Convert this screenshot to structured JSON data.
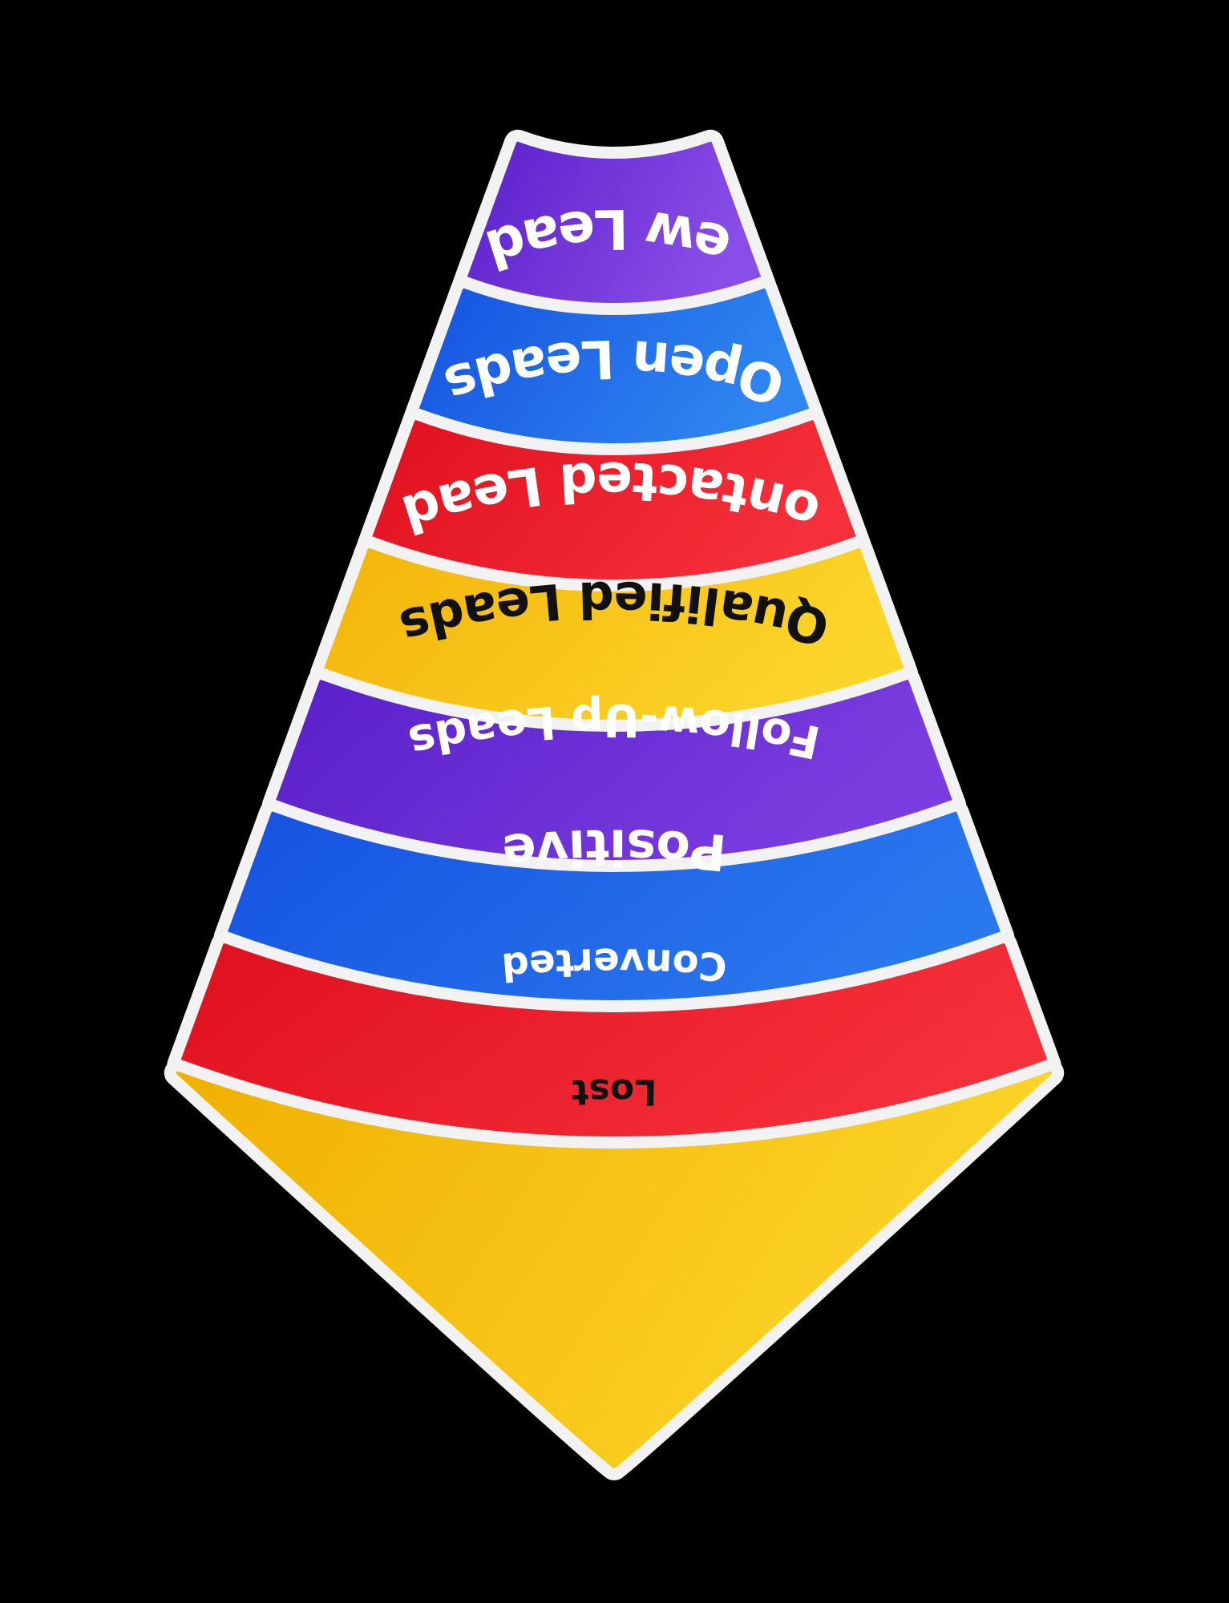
{
  "funnel": {
    "stages": [
      {
        "label": "New Leads",
        "color_top": "#5a1fc9",
        "color_bottom": "#8a4ee8",
        "text_color": "#ffffff"
      },
      {
        "label": "Open Leads",
        "color_top": "#1552e0",
        "color_bottom": "#2f86f0",
        "text_color": "#ffffff"
      },
      {
        "label": "Contacted Leads",
        "color_top": "#e0101e",
        "color_bottom": "#f5303a",
        "text_color": "#ffffff"
      },
      {
        "label": "Qualified Leads",
        "color_top": "#f3b40a",
        "color_bottom": "#fcd52a",
        "text_color": "#111111"
      },
      {
        "label": "Follow-Up Leads",
        "color_top": "#5a1fc9",
        "color_bottom": "#7a3ee0",
        "text_color": "#ffffff"
      },
      {
        "label": "Positive",
        "color_top": "#1552e0",
        "color_bottom": "#2a78ee",
        "text_color": "#ffffff"
      },
      {
        "label": "Converted",
        "color_top": "#e0101e",
        "color_bottom": "#f5303a",
        "text_color": "#ffffff"
      },
      {
        "label": "Lost",
        "color_top": "#f0b000",
        "color_bottom": "#fcd52a",
        "text_color": "#111111"
      }
    ]
  },
  "colors": {
    "background": "#000000",
    "outline": "#f2f2f2"
  }
}
